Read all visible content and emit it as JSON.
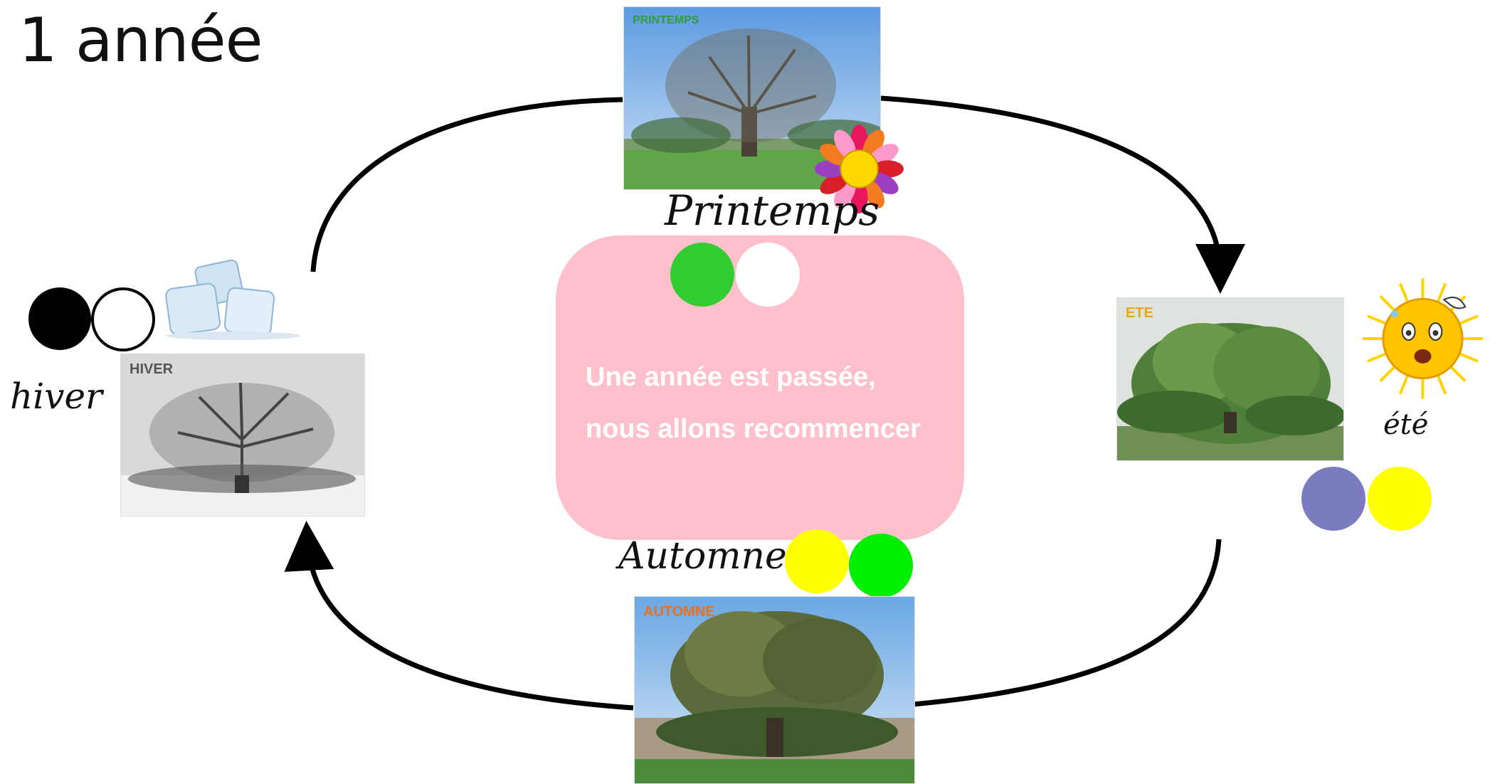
{
  "title": "1 année",
  "center": {
    "line1": "Une année est passée,",
    "line2": "nous allons recommencer",
    "background": "#ffc0cb"
  },
  "seasons": {
    "spring": {
      "photo_tag": "PRINTEMPS",
      "label": "Printemps",
      "tag_color": "#2e9d3a",
      "dots": [
        "#33cc33",
        "#ffffff"
      ],
      "icon": "flower-icon"
    },
    "summer": {
      "photo_tag": "ETE",
      "label": "été",
      "tag_color": "#e6a817",
      "dots": [
        "#7b7bbf",
        "#ffff00"
      ],
      "icon": "sun-icon"
    },
    "autumn": {
      "photo_tag": "AUTOMNE",
      "label": "Automne",
      "tag_color": "#e8711c",
      "dots": [
        "#ffff00",
        "#00ee00"
      ],
      "icon": null
    },
    "winter": {
      "photo_tag": "HIVER",
      "label": "hiver",
      "tag_color": "#555555",
      "dots": [
        "#000000",
        "#ffffff"
      ],
      "icon": "ice-cubes-icon"
    }
  },
  "cycle_direction": "clockwise"
}
